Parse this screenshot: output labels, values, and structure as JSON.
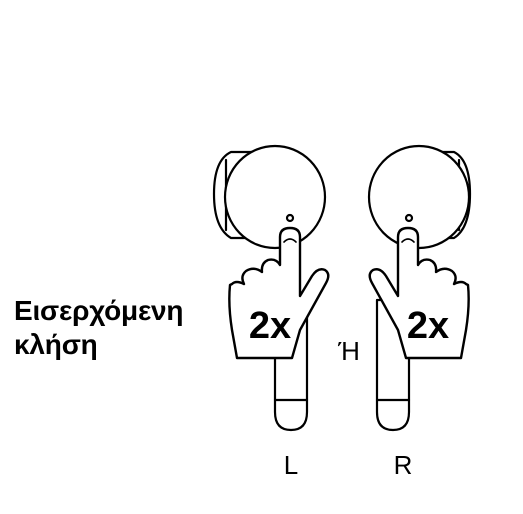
{
  "instruction": {
    "line1": "Εισερχόμενη",
    "line2": "κλήση"
  },
  "gesture": {
    "left_tap": "2x",
    "right_tap": "2x",
    "separator": "Ή"
  },
  "earbuds": {
    "left_label": "L",
    "right_label": "R"
  },
  "colors": {
    "stroke": "#000000",
    "fill": "#ffffff"
  },
  "icons": [
    "earbud-left-icon",
    "earbud-right-icon",
    "hand-pointer-icon"
  ]
}
